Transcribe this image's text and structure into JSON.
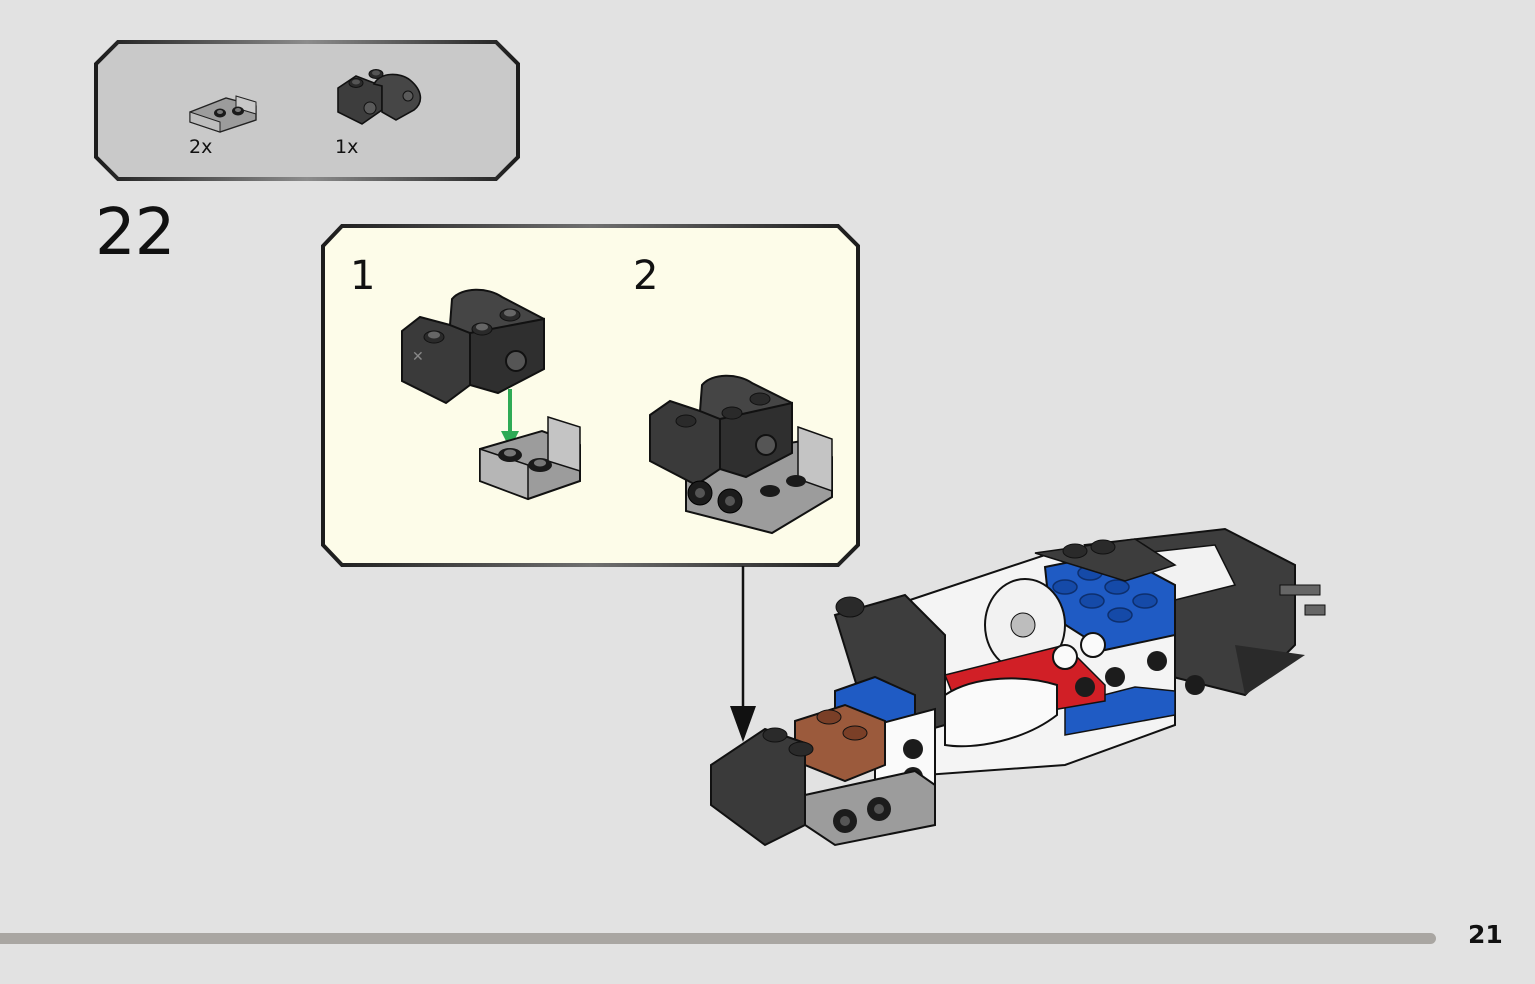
{
  "parts_list": {
    "items": [
      {
        "name": "plate-with-bracket",
        "quantity": "2x"
      },
      {
        "name": "technic-pin-connector-block",
        "quantity": "1x"
      }
    ]
  },
  "step": {
    "number": "22"
  },
  "substeps": [
    {
      "number": "1"
    },
    {
      "number": "2"
    }
  ],
  "colors": {
    "page_background": "#e2e2e2",
    "parts_box_fill": "#c9c9c9",
    "callout_fill": "#fdfce9",
    "dark_bluish_gray": "#3d3d3d",
    "light_bluish_gray": "#a3a3a3",
    "blue": "#1f5bc4",
    "red": "#d11f26",
    "brown": "#9b5a3c",
    "arrow_green": "#2eaa55"
  },
  "page": {
    "number": "21"
  }
}
